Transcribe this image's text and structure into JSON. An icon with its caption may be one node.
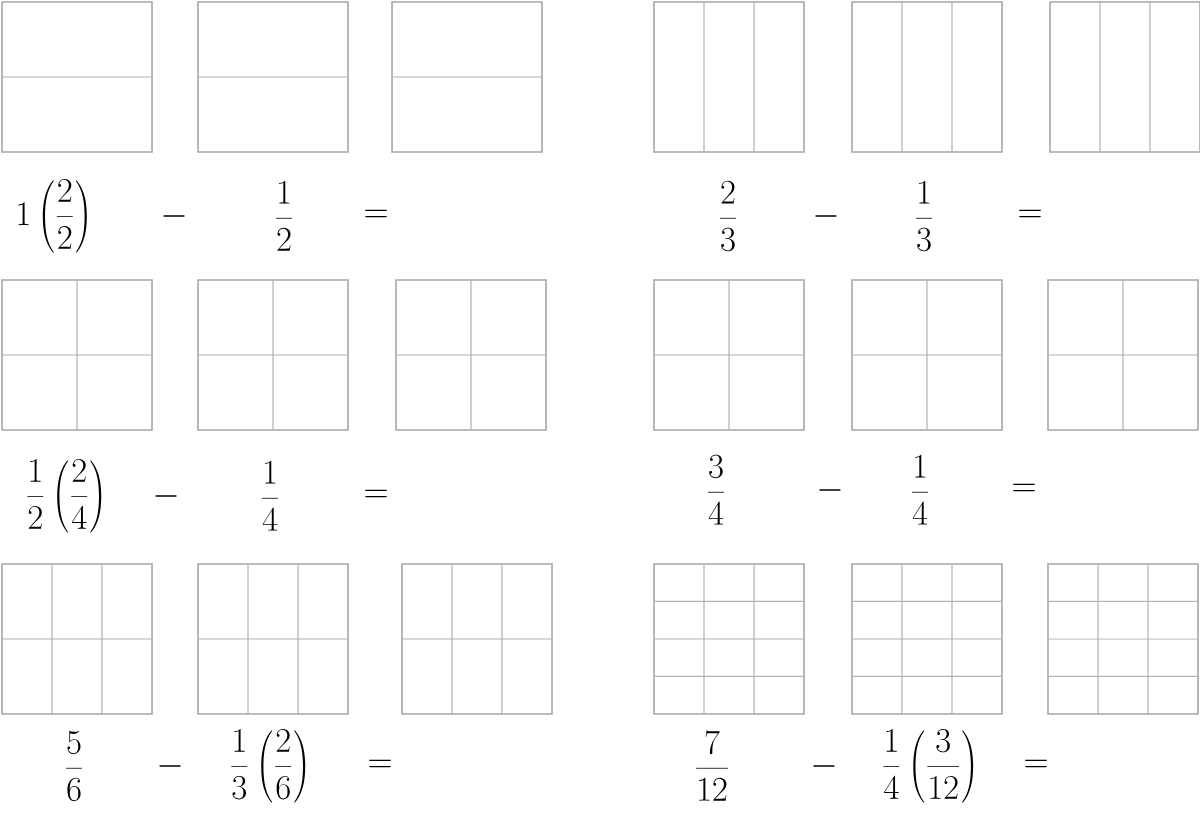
{
  "diagram": {
    "labels": [
      "1\\left(\\frac{2}{2}\\right)",
      "-",
      "\\frac{1}{2}",
      "=",
      "\\frac{2}{3}",
      "-",
      "\\frac{1}{3}",
      "=",
      "\\frac{1}{2}\\left(\\frac{2}{4}\\right)",
      "-",
      "\\frac{1}{4}",
      "=",
      "\\frac{3}{4}",
      "-",
      "\\frac{1}{4}",
      "=",
      "\\frac{5}{6}",
      "-",
      "\\frac{1}{3}\\left(\\frac{2}{6}\\right)",
      "=",
      "\\frac{7}{12}",
      "-",
      "\\frac{1}{4}\\left(\\frac{3}{12}\\right)",
      "="
    ]
  }
}
